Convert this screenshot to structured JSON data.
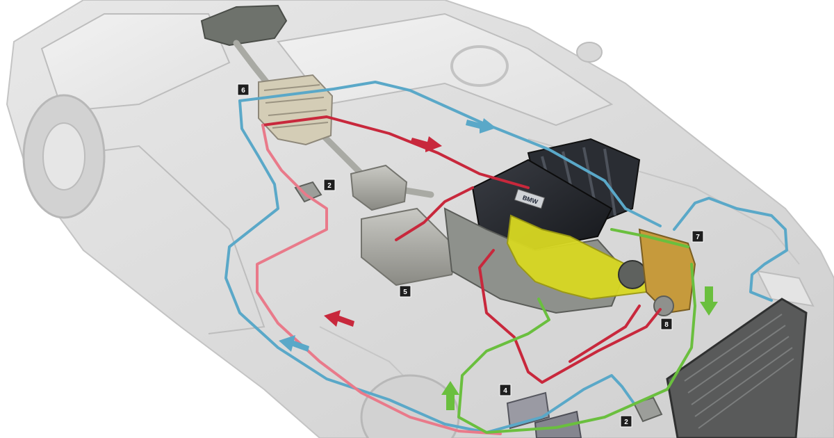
{
  "markers": [
    {
      "id": "marker-6-exhaust-heat-exchanger",
      "label": "6"
    },
    {
      "id": "marker-2-rear-pump",
      "label": "2"
    },
    {
      "id": "marker-5-exhaust-manifold",
      "label": "5"
    },
    {
      "id": "marker-7-thermostat",
      "label": "7"
    },
    {
      "id": "marker-8-engine-pump",
      "label": "8"
    },
    {
      "id": "marker-4-control-unit",
      "label": "4"
    },
    {
      "id": "marker-2-front-pump",
      "label": "2"
    }
  ],
  "engine_emblem": "BMW",
  "colors": {
    "hot_circuit": "#c8283c",
    "cold_circuit": "#5aa8c8",
    "engine_circuit": "#6abf3e",
    "engine_coolant_jacket": "#d8d822",
    "car_body": "#dcdcdc",
    "marker_bg": "#1e1e1e"
  }
}
